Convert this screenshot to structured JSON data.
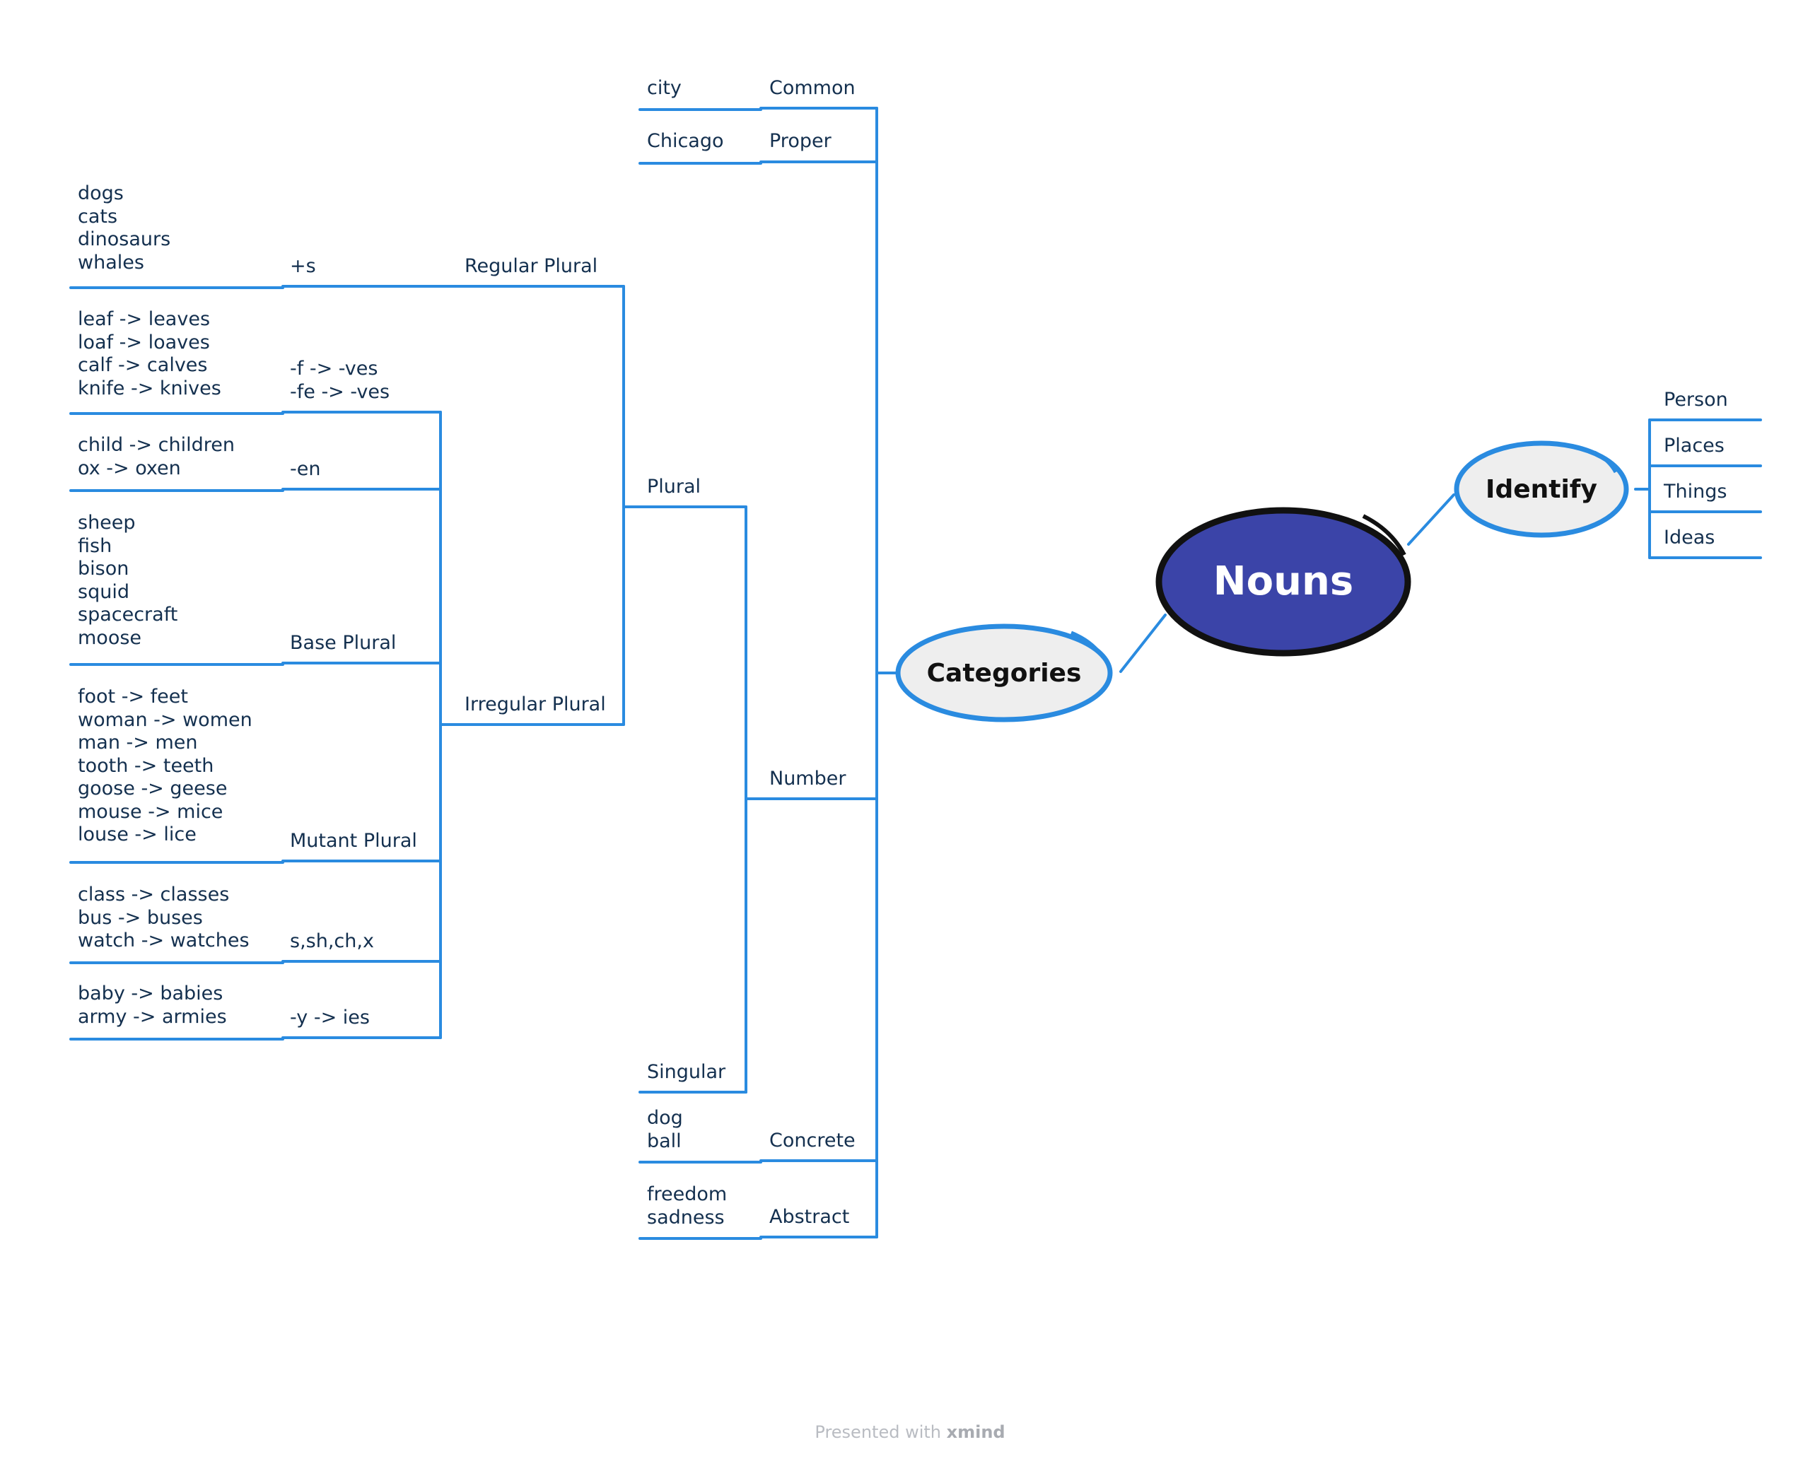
{
  "root": {
    "label": "Nouns",
    "fill": "#3b44a8",
    "stroke": "#111111",
    "text_color": "#ffffff"
  },
  "branches": {
    "identify": {
      "label": "Identify",
      "items": [
        "Person",
        "Places",
        "Things",
        "Ideas"
      ]
    },
    "categories": {
      "label": "Categories",
      "common": {
        "label": "Common",
        "example": "city"
      },
      "proper": {
        "label": "Proper",
        "example": "Chicago"
      },
      "number": {
        "label": "Number",
        "plural": {
          "label": "Plural",
          "regular": {
            "label": "Regular Plural",
            "rule": "+s",
            "examples": "dogs\ncats\ndinosaurs\nwhales"
          },
          "irregular": {
            "label": "Irregular Plural",
            "rules": [
              {
                "rule": "-f -> -ves\n-fe -> -ves",
                "examples": "leaf -> leaves\nloaf -> loaves\ncalf -> calves\nknife -> knives"
              },
              {
                "rule": "-en",
                "examples": "child -> children\nox -> oxen"
              },
              {
                "rule": "Base Plural",
                "examples": "sheep\nfish\nbison\nsquid\nspacecraft\nmoose"
              },
              {
                "rule": "Mutant Plural",
                "examples": "foot -> feet\nwoman -> women\nman -> men\ntooth -> teeth\ngoose -> geese\nmouse -> mice\nlouse -> lice"
              },
              {
                "rule": "s,sh,ch,x",
                "examples": "class -> classes\nbus -> buses\nwatch -> watches"
              },
              {
                "rule": "-y -> ies",
                "examples": "baby -> babies\narmy -> armies"
              }
            ]
          }
        },
        "singular": {
          "label": "Singular"
        }
      },
      "concrete": {
        "label": "Concrete",
        "examples": "dog\nball"
      },
      "abstract": {
        "label": "Abstract",
        "examples": "freedom\nsadness"
      }
    }
  },
  "footer": {
    "prefix": "Presented with",
    "brand": "xmind"
  },
  "colors": {
    "line": "#2a8be0",
    "text": "#14304f",
    "node_fill": "#eeeeee",
    "node_stroke": "#2a8be0"
  }
}
